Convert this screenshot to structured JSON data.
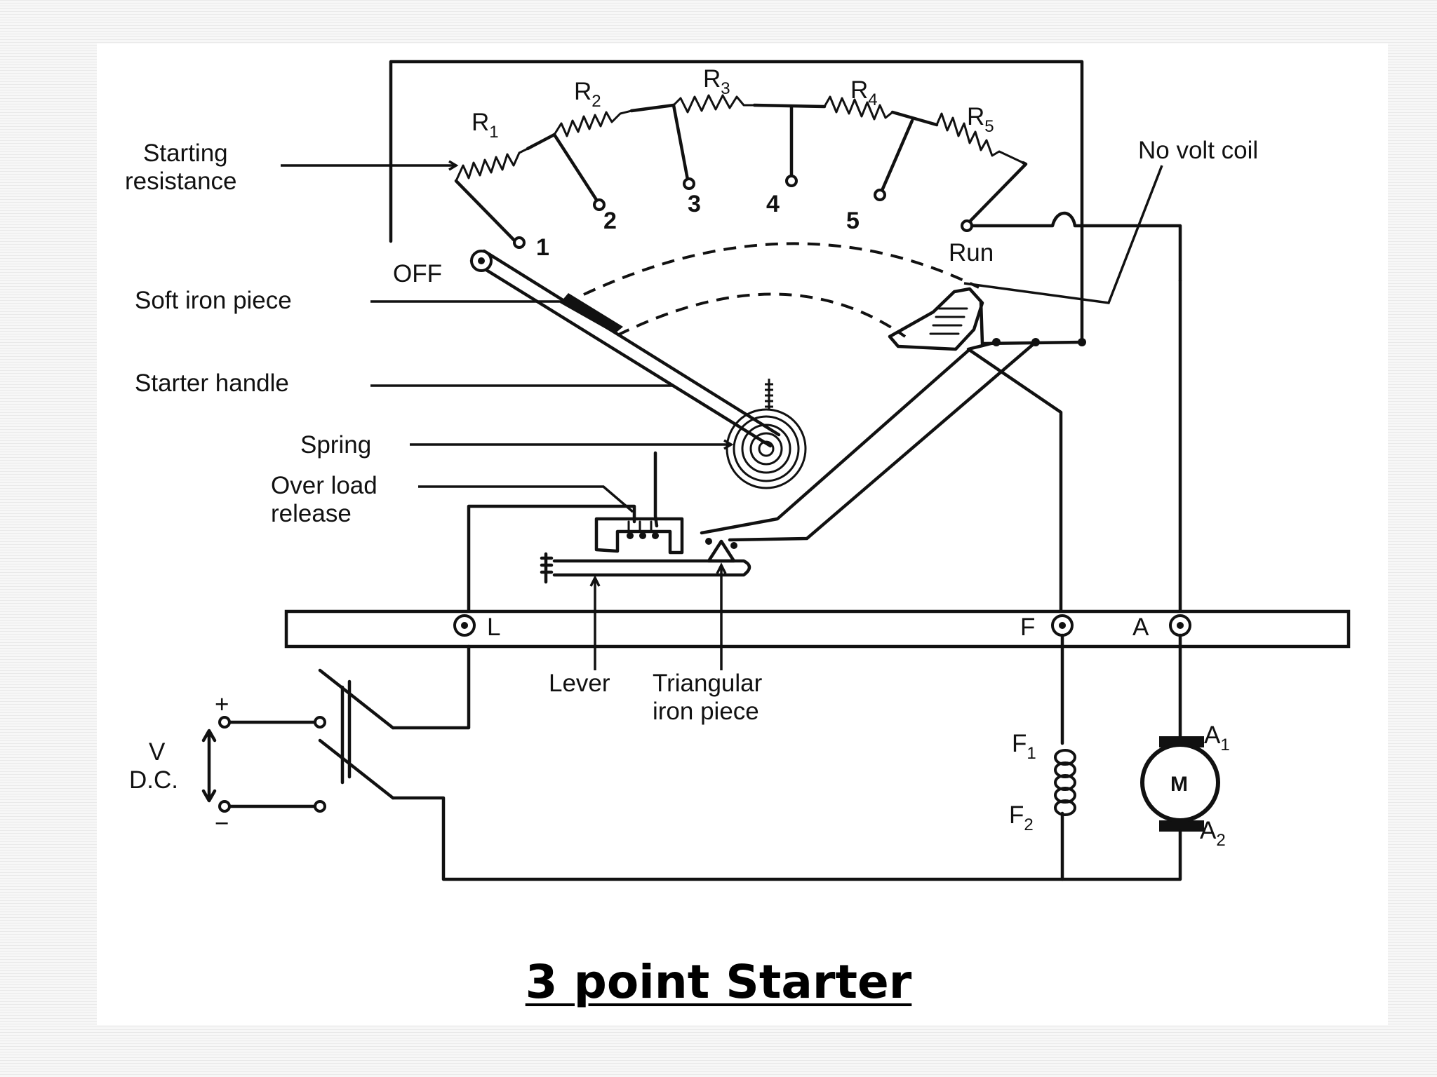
{
  "caption": "3 point Starter",
  "labels": {
    "starting_resistance_line1": "Starting",
    "starting_resistance_line2": "resistance",
    "no_volt_coil": "No volt coil",
    "off": "OFF",
    "soft_iron_piece": "Soft iron piece",
    "starter_handle": "Starter handle",
    "spring": "Spring",
    "over_load_line1": "Over load",
    "over_load_line2": "release",
    "lever": "Lever",
    "triangular_line1": "Triangular",
    "triangular_line2": "iron piece",
    "v": "V",
    "dc": "D.C.",
    "plus": "+",
    "minus": "−",
    "run": "Run",
    "terminal_l": "L",
    "terminal_f": "F",
    "terminal_a": "A",
    "motor": "M"
  },
  "resistors": [
    {
      "letter": "R",
      "sub": "1"
    },
    {
      "letter": "R",
      "sub": "2"
    },
    {
      "letter": "R",
      "sub": "3"
    },
    {
      "letter": "R",
      "sub": "4"
    },
    {
      "letter": "R",
      "sub": "5"
    }
  ],
  "studs": [
    "1",
    "2",
    "3",
    "4",
    "5"
  ],
  "field": {
    "f1": "F",
    "f1_sub": "1",
    "f2": "F",
    "f2_sub": "2"
  },
  "armature": {
    "a1": "A",
    "a1_sub": "1",
    "a2": "A",
    "a2_sub": "2"
  }
}
